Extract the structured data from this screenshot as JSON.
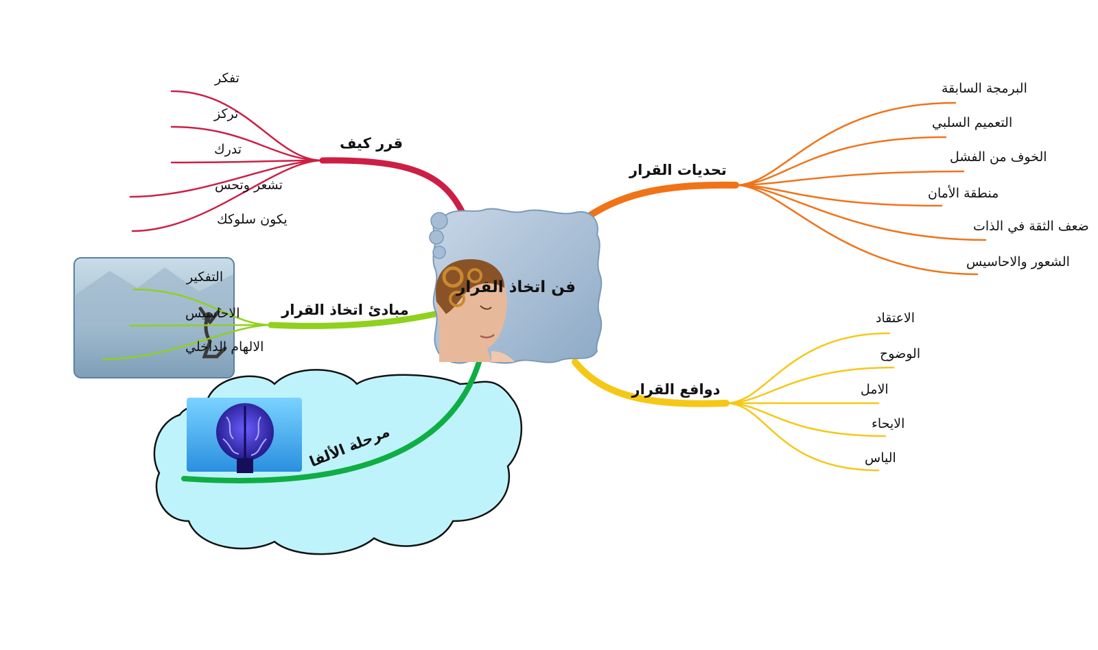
{
  "center": {
    "title": "فن اتخاذ القرار"
  },
  "colors": {
    "how": "#cc1f45",
    "challenges": "#f07318",
    "principles": "#8fd11c",
    "alpha": "#0fae44",
    "motives": "#f5c816",
    "cloud_fill": "#bff3fb",
    "center_fill": "#a9bfd6"
  },
  "branches": {
    "how": {
      "label": "قرر كيف",
      "items": [
        "تفكر",
        "تركز",
        "تدرك",
        "تشعر وتحس",
        "يكون سلوكك"
      ]
    },
    "challenges": {
      "label": "تحديات  القرار",
      "items": [
        "البرمجة السابقة",
        "التعميم السلبي",
        "الخوف من الفشل",
        "منطقة الأمان",
        "ضعف الثقة في الذات",
        "الشعور والاحاسيس"
      ]
    },
    "principles": {
      "label": "مبادئ اتخاذ القرار",
      "items": [
        "التفكير",
        "الاحاسيس",
        "الالهام الداخلي"
      ]
    },
    "motives": {
      "label": "دوافع القرار",
      "items": [
        "الاعتقاد",
        "الوضوح",
        "الامل",
        "الايحاء",
        "الياس"
      ]
    },
    "alpha": {
      "label": "مرحلة الألفا"
    }
  },
  "icons": {
    "center": "thinking-head-gears-icon",
    "principles": "mountain-jumper-image",
    "alpha": "brain-icon"
  }
}
